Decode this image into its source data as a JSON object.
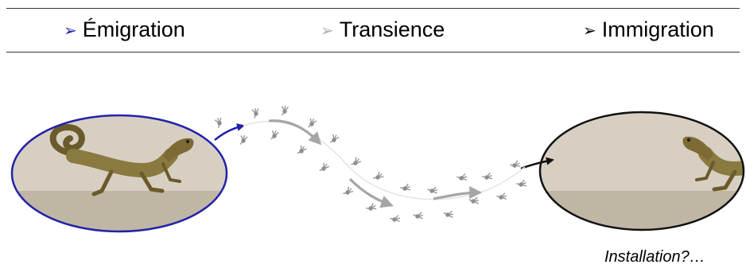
{
  "phases": [
    {
      "label": "Émigration",
      "arrow_glyph": "➢",
      "arrow_color": "#1f1fb0"
    },
    {
      "label": "Transience",
      "arrow_glyph": "➢",
      "arrow_color": "#b0b0b0"
    },
    {
      "label": "Immigration",
      "arrow_glyph": "➢",
      "arrow_color": "#000000"
    }
  ],
  "caption": "Installation?…",
  "colors": {
    "origin_ellipse": "#2222aa",
    "destination_ellipse": "#111111",
    "path_arrows": "#a6a6a6",
    "footprints": "#8f8f8f",
    "exit_arrow": "#2222aa",
    "entry_arrow": "#111111"
  },
  "illustrations": {
    "origin": "lizard-photo",
    "destination": "lizard-photo-mirrored",
    "trail": "footprints"
  }
}
